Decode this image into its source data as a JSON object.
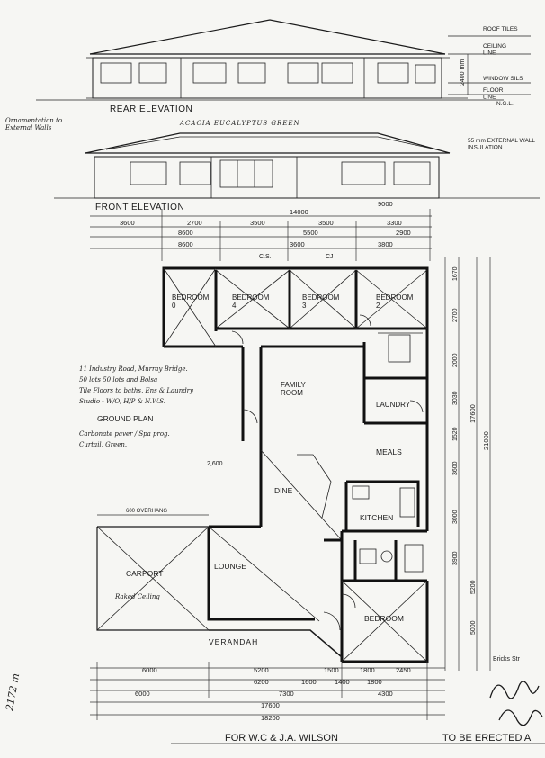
{
  "elevations": {
    "rear_title": "REAR ELEVATION",
    "front_title": "FRONT ELEVATION",
    "roof_tiles": "ROOF TILES",
    "ceiling_line": "CEILING\nLINE",
    "window_sills": "WINDOW SILS",
    "floor_line": "FLOOR\nLINE",
    "ngl": "N.G.L.",
    "height_2400": "2400 mm",
    "ext_wall": "55 mm EXTERNAL WALL\nINSULATION",
    "hand_note_left": "Ornamentation to\nExternal Walls",
    "hand_note_mid": "ACACIA EUCALYPTUS GREEN"
  },
  "top_dims": {
    "row1_total": "14000",
    "row1_right": "9000",
    "row2": [
      "3600",
      "2700",
      "3500",
      "3500",
      "3300"
    ],
    "row3": [
      "8600",
      "5500",
      "2900"
    ],
    "row4": [
      "8600",
      "3600",
      "3800"
    ],
    "cs": "C.S.",
    "cj": "CJ"
  },
  "rooms": {
    "bedroom0": "BEDROOM\n0",
    "bedroom4": "BEDROOM\n4",
    "bedroom3": "BEDROOM\n3",
    "bedroom2": "BEDROOM\n2",
    "family": "FAMILY\nROOM",
    "laundry": "LAUNDRY",
    "meals": "MEALS",
    "kitchen": "KITCHEN",
    "dine": "DINE",
    "lounge": "LOUNGE",
    "carport": "CARPORT",
    "carport_note": "Raked Ceiling",
    "bedroom_main": "BEDROOM",
    "verandah": "VERANDAH",
    "overhang": "600 OVERHANG",
    "dim_2600": "2,600"
  },
  "notes": {
    "lines": [
      "11 Industry Road, Murray Bridge.",
      "50 lots 50 lots and Bolsa",
      "Tile Floors to baths, Ens & Laundry",
      "Studio - W/O, H/P & N.W.S."
    ],
    "ground_plan": "GROUND PLAN",
    "extra": [
      "Carbonate paver / Spa prog.",
      "Curtail, Green."
    ]
  },
  "right_dims": [
    "1670",
    "2700",
    "2000",
    "3030",
    "1520",
    "3600",
    "3000",
    "3900",
    "5200",
    "5000"
  ],
  "right_totals": [
    "17600",
    "21000"
  ],
  "bottom_dims": {
    "row1": [
      "6000",
      "5200",
      "1500",
      "1800",
      "2450"
    ],
    "row2": [
      "6200",
      "1600",
      "1400",
      "1800"
    ],
    "row3": [
      "6000",
      "7300",
      "4300"
    ],
    "row4_total": "17600",
    "row5_total": "18200"
  },
  "margin_note": "2172 m",
  "bricks_note": "Bricks Str",
  "footer": {
    "left": "FOR  W.C  &  J.A. WILSON",
    "right": "TO BE ERECTED A"
  },
  "signature": "signature"
}
